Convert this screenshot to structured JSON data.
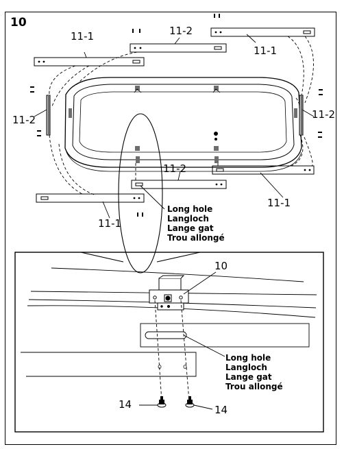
{
  "step_number": "10",
  "labels": {
    "rail_11_1": "11-1",
    "rail_11_2": "11-2",
    "part_10": "10",
    "screw_14": "14"
  },
  "hole_note": {
    "line1": "Long hole",
    "line2": "Langloch",
    "line3": "Lange gat",
    "line4": "Trou allongé"
  },
  "colors": {
    "ink": "#000000",
    "paper": "#ffffff",
    "fill_gray": "#bdbdbd",
    "dark_gray": "#6e6e6e"
  }
}
